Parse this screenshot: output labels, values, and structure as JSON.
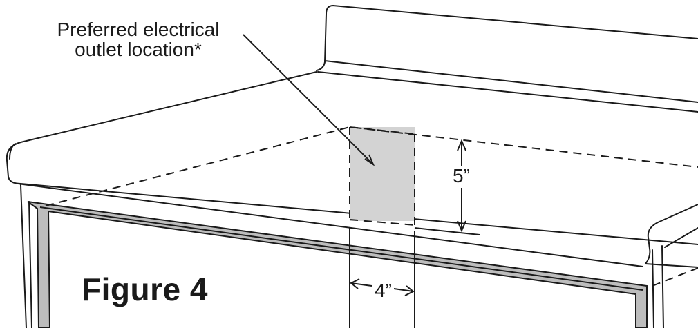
{
  "callout": {
    "line1": "Preferred electrical",
    "line2": "outlet location*"
  },
  "figure_title": "Figure 4",
  "dimensions": {
    "height": "5”",
    "width": "4”"
  },
  "colors": {
    "line": "#1a1a1a",
    "outlet_zone": "#d3d3d3",
    "background": "#ffffff"
  }
}
